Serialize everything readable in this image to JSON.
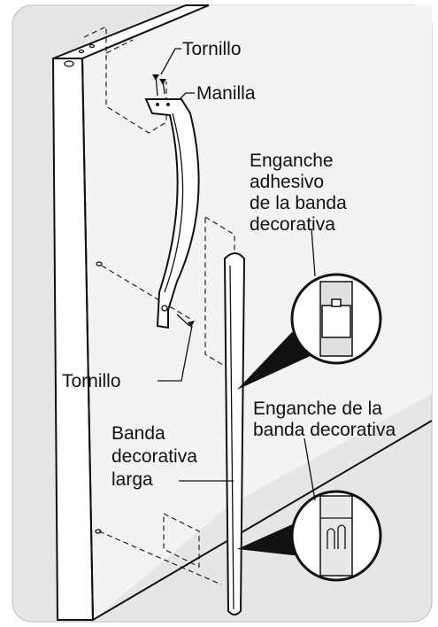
{
  "labels": {
    "screw_top": "Tornillo",
    "handle": "Manilla",
    "adhesive_hook": [
      "Enganche",
      "adhesivo",
      "de la banda",
      "decorativa"
    ],
    "screw_bottom": "Tornillo",
    "trim_hook": [
      "Enganche de la",
      "banda decorativa"
    ],
    "long_trim": [
      "Banda",
      "decorativa",
      "larga"
    ]
  },
  "colors": {
    "panel": "#e6e6e6",
    "door_front": "#ffffff",
    "line": "#111111"
  }
}
